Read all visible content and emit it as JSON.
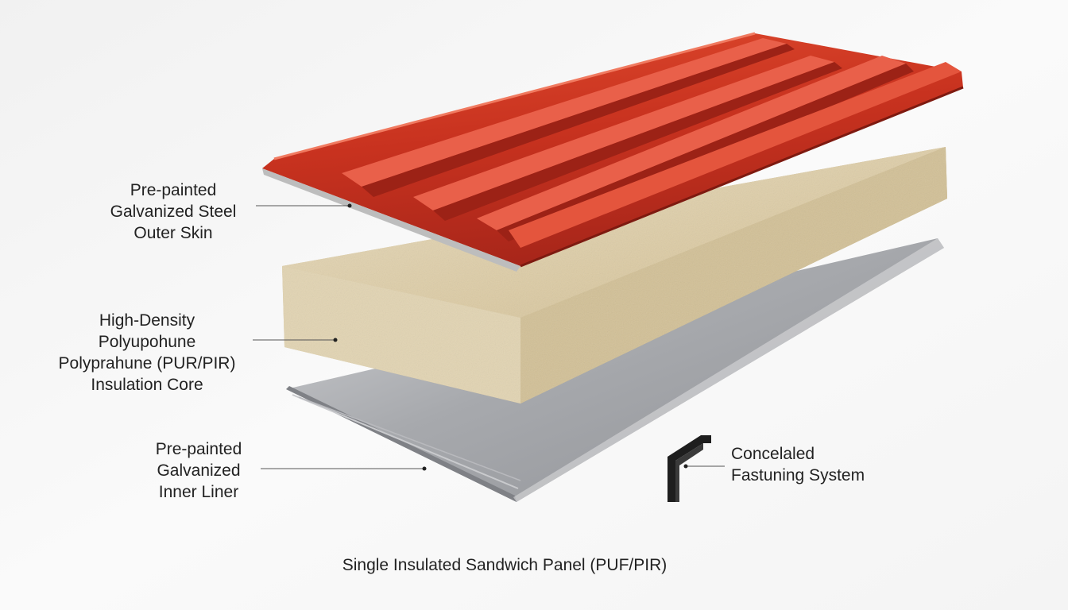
{
  "diagram": {
    "caption": "Single Insulated Sandwich Panel (PUF/PIR)",
    "labels": {
      "outer_skin": [
        "Pre-painted",
        "Galvanized Steel",
        "Outer Skin"
      ],
      "core": [
        "High-Density",
        "Polyupohune",
        "Polyprahune (PUR/PIR)",
        "Insulation Core"
      ],
      "inner_liner": [
        "Pre-painted",
        "Galvanized",
        "Inner Liner"
      ],
      "fastening": [
        "Concelaled",
        "Fastuning System"
      ]
    },
    "colors": {
      "outer_skin": "#c8321f",
      "core": "#d9c9a4",
      "inner_liner": "#a9abae",
      "fastening": "#1e1e1e"
    }
  }
}
